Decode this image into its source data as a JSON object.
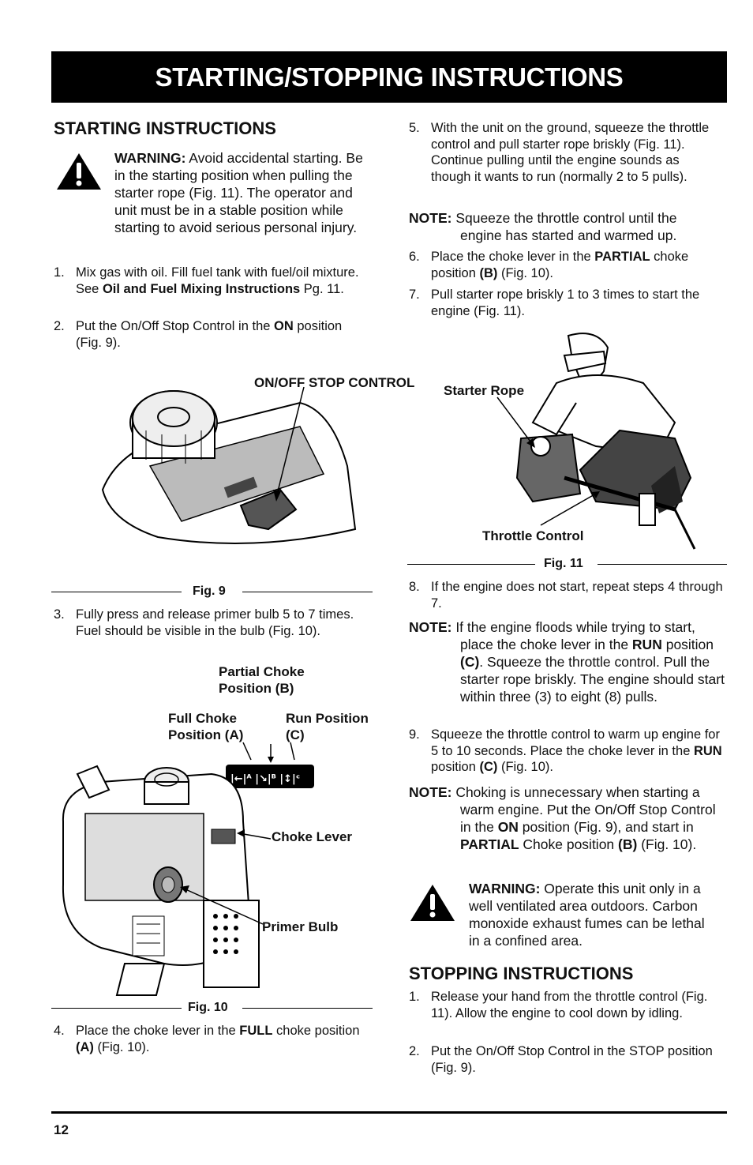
{
  "page_title": "STARTING/STOPPING INSTRUCTIONS",
  "starting": {
    "heading": "STARTING INSTRUCTIONS",
    "warning_label": "WARNING:",
    "warning_text": " Avoid accidental starting. Be in the starting position when pulling the starter rope (Fig. 11). The operator and unit must be in a stable position while starting to avoid serious personal injury.",
    "step1_num": "1.",
    "step1_a": "Mix gas with oil. Fill fuel tank with fuel/oil mixture. See ",
    "step1_b": "Oil and Fuel Mixing Instructions",
    "step1_c": " Pg. 11.",
    "step2_num": "2.",
    "step2_a": "Put the On/Off Stop Control in the ",
    "step2_b": "ON",
    "step2_c": " position (Fig. 9).",
    "fig9_callout": "ON/OFF STOP CONTROL",
    "fig9_label": "Fig. 9",
    "step3_num": "3.",
    "step3": "Fully press and release primer bulb 5 to 7 times. Fuel should be visible in the bulb (Fig. 10).",
    "fig10_partial": "Partial Choke Position (B)",
    "fig10_full": "Full Choke Position (A)",
    "fig10_run": "Run Position (C)",
    "fig10_choke_lever": "Choke Lever",
    "fig10_primer": "Primer Bulb",
    "fig10_label": "Fig. 10",
    "step4_num": "4.",
    "step4_a": "Place the choke lever in the ",
    "step4_b": "FULL",
    "step4_c": " choke position ",
    "step4_d": "(A)",
    "step4_e": " (Fig. 10).",
    "step5_num": "5.",
    "step5": "With the unit on the ground, squeeze the throttle control and pull starter rope briskly (Fig. 11). Continue pulling until the engine sounds as though it wants to run (normally 2 to 5 pulls).",
    "note1_label": "NOTE:",
    "note1": " Squeeze the throttle control until the engine has started and warmed up.",
    "step6_num": "6.",
    "step6_a": "Place the choke lever in the ",
    "step6_b": "PARTIAL",
    "step6_c": " choke position ",
    "step6_d": "(B)",
    "step6_e": " (Fig. 10).",
    "step7_num": "7.",
    "step7": "Pull starter rope briskly 1 to 3 times to start the engine (Fig. 11).",
    "fig11_starter": "Starter Rope",
    "fig11_throttle": "Throttle Control",
    "fig11_label": "Fig. 11",
    "step8_num": "8.",
    "step8": "If the engine does not start, repeat steps 4 through 7.",
    "note2_label": "NOTE:",
    "note2_a": " If the engine floods while trying to start, place the choke lever in the ",
    "note2_b": "RUN",
    "note2_c": " position ",
    "note2_d": "(C)",
    "note2_e": ". Squeeze the throttle control. Pull the starter rope briskly. The engine should start within three (3) to eight (8) pulls.",
    "step9_num": "9.",
    "step9_a": "Squeeze the throttle control to warm up engine for 5 to 10 seconds. Place the choke lever in the ",
    "step9_b": "RUN",
    "step9_c": " position ",
    "step9_d": "(C)",
    "step9_e": " (Fig. 10).",
    "note3_label": "NOTE:",
    "note3_a": " Choking is unnecessary when starting a warm engine. Put the On/Off Stop Control in the ",
    "note3_b": "ON",
    "note3_c": " position (Fig. 9), and start in ",
    "note3_d": "PARTIAL",
    "note3_e": " Choke position ",
    "note3_f": "(B)",
    "note3_g": " (Fig. 10).",
    "warning2_label": "WARNING:",
    "warning2_text": " Operate this unit only in a well ventilated area outdoors. Carbon monoxide exhaust fumes can be lethal in a confined area."
  },
  "stopping": {
    "heading": "STOPPING INSTRUCTIONS",
    "step1_num": "1.",
    "step1": "Release your hand from the throttle control (Fig. 11). Allow the engine to cool down by idling.",
    "step2_num": "2.",
    "step2": "Put the On/Off Stop Control in the STOP position (Fig. 9)."
  },
  "page_number": "12"
}
